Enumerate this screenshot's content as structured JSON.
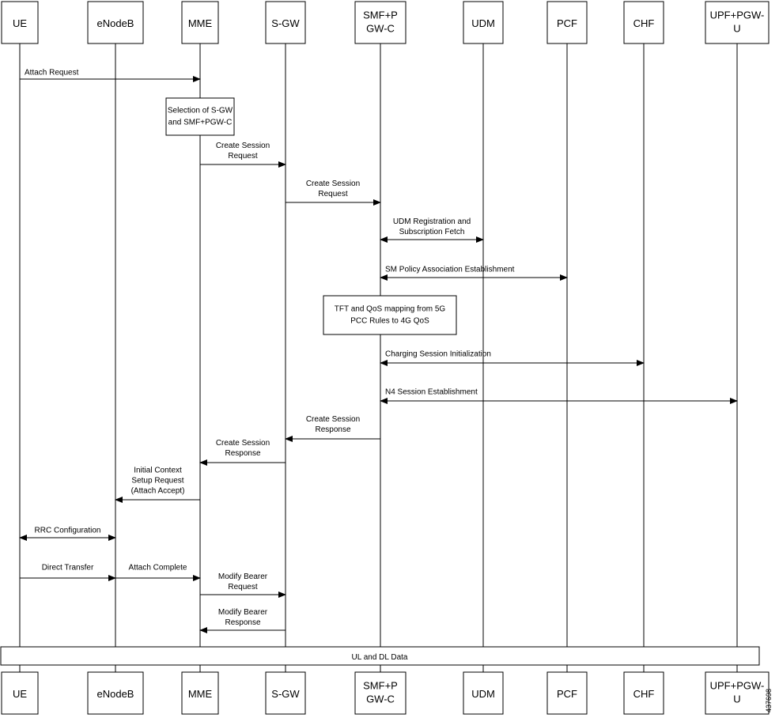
{
  "entities": [
    {
      "id": "ue",
      "label": [
        "UE"
      ]
    },
    {
      "id": "enodeb",
      "label": [
        "eNodeB"
      ]
    },
    {
      "id": "mme",
      "label": [
        "MME"
      ]
    },
    {
      "id": "sgw",
      "label": [
        "S-GW"
      ]
    },
    {
      "id": "smf",
      "label": [
        "SMF+P",
        "GW-C"
      ]
    },
    {
      "id": "udm",
      "label": [
        "UDM"
      ]
    },
    {
      "id": "pcf",
      "label": [
        "PCF"
      ]
    },
    {
      "id": "chf",
      "label": [
        "CHF"
      ]
    },
    {
      "id": "upf",
      "label": [
        "UPF+PGW-",
        "U"
      ]
    }
  ],
  "messages": [
    {
      "from": "ue",
      "to": "mme",
      "dir": "right",
      "label": [
        "Attach Request"
      ]
    },
    {
      "from": "mme",
      "to": "sgw",
      "dir": "right",
      "label": [
        "Create Session",
        "Request"
      ]
    },
    {
      "from": "sgw",
      "to": "smf",
      "dir": "right",
      "label": [
        "Create Session",
        "Request"
      ]
    },
    {
      "from": "smf",
      "to": "udm",
      "dir": "both",
      "label": [
        "UDM Registration and",
        "Subscription Fetch"
      ]
    },
    {
      "from": "smf",
      "to": "pcf",
      "dir": "both",
      "label": [
        "SM Policy Association Establishment"
      ]
    },
    {
      "from": "smf",
      "to": "chf",
      "dir": "both",
      "label": [
        "Charging Session Initialization"
      ]
    },
    {
      "from": "smf",
      "to": "upf",
      "dir": "both",
      "label": [
        "N4 Session Establishment"
      ]
    },
    {
      "from": "smf",
      "to": "sgw",
      "dir": "left",
      "label": [
        "Create Session",
        "Response"
      ]
    },
    {
      "from": "sgw",
      "to": "mme",
      "dir": "left",
      "label": [
        "Create Session",
        "Response"
      ]
    },
    {
      "from": "mme",
      "to": "enodeb",
      "dir": "left",
      "label": [
        "Initial Context",
        "Setup Request",
        "(Attach Accept)"
      ]
    },
    {
      "from": "ue",
      "to": "enodeb",
      "dir": "both",
      "label": [
        "RRC Configuration"
      ]
    },
    {
      "from": "ue",
      "to": "enodeb",
      "dir": "right",
      "label": [
        "Direct Transfer"
      ]
    },
    {
      "from": "enodeb",
      "to": "mme",
      "dir": "right",
      "label": [
        "Attach Complete"
      ]
    },
    {
      "from": "mme",
      "to": "sgw",
      "dir": "right",
      "label": [
        "Modify Bearer",
        "Request"
      ]
    },
    {
      "from": "sgw",
      "to": "mme",
      "dir": "left",
      "label": [
        "Modify Bearer",
        "Response"
      ]
    }
  ],
  "notes": [
    {
      "over": "mme",
      "label": [
        "Selection of S-GW",
        "and SMF+PGW-C"
      ]
    },
    {
      "over": "smf",
      "label": [
        "TFT and QoS mapping from 5G",
        "PCC Rules to 4G QoS"
      ]
    }
  ],
  "data_bar": {
    "label": "UL and DL Data"
  },
  "figure_code": "437698"
}
